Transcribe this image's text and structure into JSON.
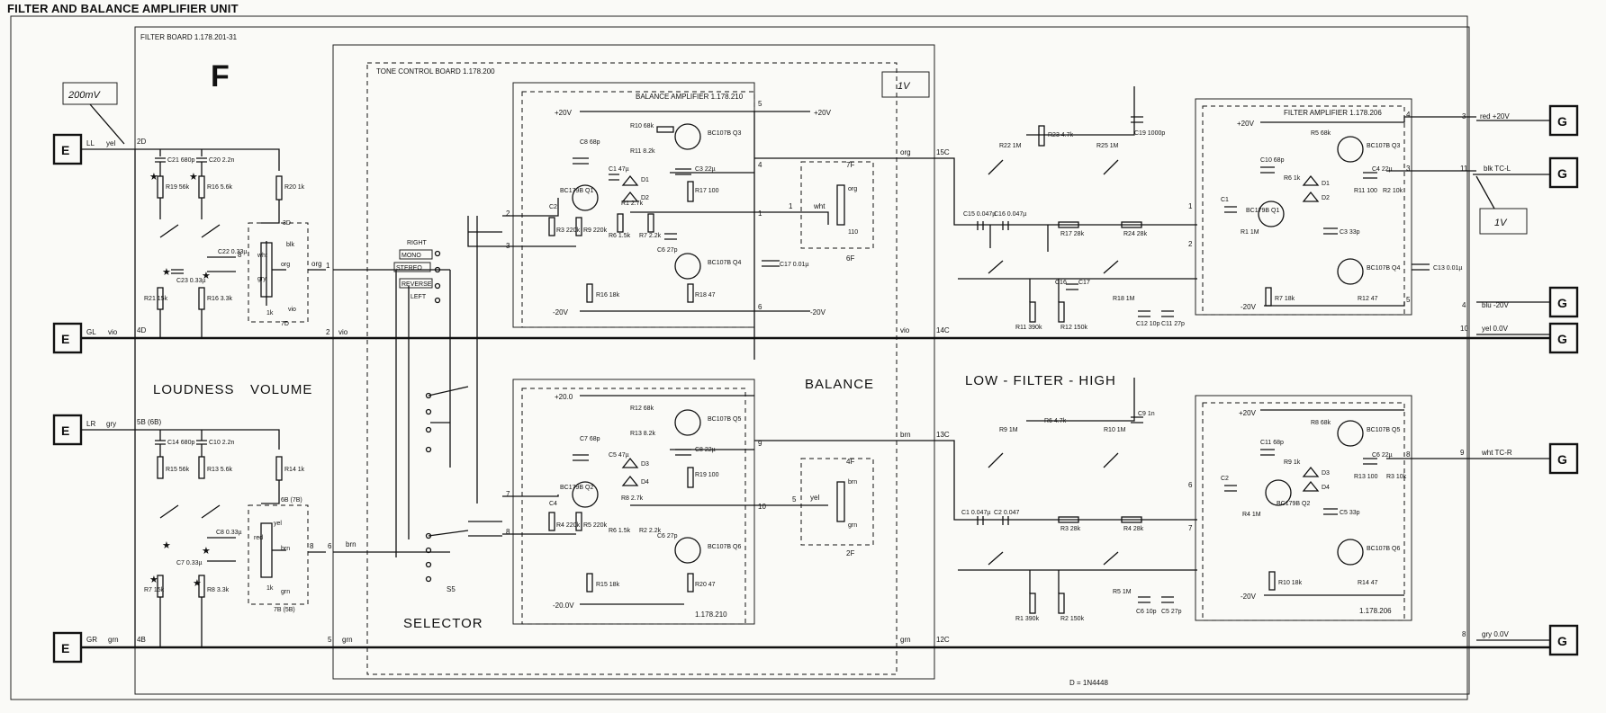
{
  "title": "FILTER AND BALANCE AMPLIFIER UNIT",
  "filter_board": "FILTER BOARD 1.178.201-31",
  "f_letter": "F",
  "tone_board": "TONE CONTROL BOARD 1.178.200",
  "bal_amp": "BALANCE AMPLIFIER 1.178.210",
  "bal_amp_num": "1.178.210",
  "filt_amp": "FILTER AMPLIFIER 1.178.206",
  "filt_amp_num": "1.178.206",
  "level_in": "200mV",
  "level_mid": "1V",
  "level_out": "1V",
  "section_loudness": "LOUDNESS",
  "section_volume": "VOLUME",
  "section_balance": "BALANCE",
  "section_filter": "LOW - FILTER - HIGH",
  "section_selector": "SELECTOR",
  "selector_opts": [
    "RIGHT",
    "MONO",
    "STEREO",
    "REVERSE",
    "LEFT"
  ],
  "s5": "S5",
  "diode_note": "D = 1N4448",
  "left_inputs": [
    {
      "box": "E",
      "label": "LL",
      "wire": "yel",
      "pin": "2D"
    },
    {
      "box": "E",
      "label": "GL",
      "wire": "vio",
      "pin": "4D"
    },
    {
      "box": "E",
      "label": "LR",
      "wire": "gry",
      "pin": "5B (6B)"
    },
    {
      "box": "E",
      "label": "GR",
      "wire": "grn",
      "pin": "4B"
    }
  ],
  "right_outputs": [
    {
      "box": "G",
      "label": "red +20V",
      "pin": "3"
    },
    {
      "box": "G",
      "label": "blk TC-L",
      "pin": "11"
    },
    {
      "box": "G",
      "label": "blu -20V",
      "pin": "4"
    },
    {
      "box": "G",
      "label": "yel 0.0V",
      "pin": "10"
    },
    {
      "box": "G",
      "label": "wht TC-R",
      "pin": "9"
    },
    {
      "box": "G",
      "label": "gry 0.0V",
      "pin": "8"
    }
  ],
  "wires": {
    "org": "org",
    "vio": "vio",
    "brn": "brn",
    "grn": "grn",
    "wht": "wht",
    "yel": "yel",
    "blk": "blk",
    "red": "red",
    "gry": "gry"
  },
  "rails": {
    "pos": "+20V",
    "neg": "-20V",
    "pos_b": "+20.0",
    "neg_b": "-20.0V",
    "pos_f": "+20V",
    "neg_f": "-20V"
  },
  "transistors": {
    "q1": "BC179B Q1",
    "q2": "BC179B Q2",
    "q3": "BC107B Q3",
    "q4": "BC107B Q4",
    "q5": "BC107B Q5",
    "q6": "BC107B Q6",
    "fq1": "BC179B Q1",
    "fq3": "BC107B Q3",
    "fq4": "BC107B Q4",
    "fq2": "BC179B Q2",
    "fq5": "BC107B Q5",
    "fq6": "BC107B Q6"
  },
  "pins": {
    "p3D": "3D",
    "p7D": "7D",
    "p6B": "6B (7B)",
    "p7B": "7B (5B)",
    "p7F": "7F",
    "p6F": "6F",
    "p4F": "4F",
    "p2F": "2F",
    "p15C": "15C",
    "p14C": "14C",
    "p13C": "13C",
    "p12C": "12C",
    "n1": "1",
    "n2": "2",
    "n3": "3",
    "n4": "4",
    "n5": "5",
    "n6": "6",
    "n7": "7",
    "n8": "8",
    "n9": "9",
    "n10": "10"
  },
  "parts_filter": {
    "c21": "C21 680p",
    "c20": "C20 2.2n",
    "r19": "R19 56k",
    "r16": "R16 5.6k",
    "r20": "R20 1k",
    "c22": "C22 0.33µ",
    "c23": "C23 0.33µ",
    "r21": "R21 15k",
    "r16b": "R16 3.3k",
    "c14": "C14 680p",
    "c10": "C10 2.2n",
    "r15": "R15 56k",
    "r13": "R13 5.6k",
    "r14": "R14 1k",
    "c7": "C7 0.33µ",
    "c8": "C8 0.33µ",
    "r7": "R7 15k",
    "r8": "R8 3.3k",
    "pot_l": "1k",
    "pot_r": "1k"
  },
  "parts_balance": {
    "c8": "C8 68p",
    "r10": "R10 68k",
    "r11": "R11 8.2k",
    "c3": "C3 22µ",
    "c1": "C1 47µ",
    "c2": "C2",
    "r3": "R3 220k",
    "r9": "R9 220k",
    "r1": "R1 2.7k",
    "r6": "R6 1.5k",
    "r7": "R7 2.2k",
    "r17": "R17 100",
    "c6": "C6 27p",
    "r16": "R16 18k",
    "r18": "R18 47",
    "c17": "C17 0.01µ",
    "d1": "D1",
    "d2": "D2",
    "d3": "D3",
    "d4": "D4",
    "c7": "C7 68p",
    "r12": "R12 68k",
    "r13": "R13 8.2k",
    "c8b": "C8 22µ",
    "c5": "C5 47µ",
    "c4": "C4",
    "r4": "R4 220k",
    "r5": "R5 220k",
    "r8": "R8 2.7k",
    "r6b": "R6 1.5k",
    "r2": "R2 2.2k",
    "r19": "R19 100",
    "c6b": "C6 27p",
    "r15": "R15 18k",
    "r20": "R20 47",
    "pot": "110"
  },
  "parts_tone": {
    "r23": "R23 4.7k",
    "r22": "R22 1M",
    "r25": "R25 1M",
    "c19": "C19 1000p",
    "c15": "C15 0.047µ",
    "c16": "C16 0.047µ",
    "r17": "R17 28k",
    "r24": "R24 28k",
    "c16b": "C16",
    "c17": "C17",
    "r11": "R11 390k",
    "r12": "R12 150k",
    "r18": "R18 1M",
    "c12": "C12 10p",
    "c11": "C11 27p",
    "r6": "R6 4.7k",
    "r9": "R9 1M",
    "r10": "R10 1M",
    "c9": "C9 1n",
    "c1": "C1 0.047µ",
    "c2": "C2 0.047",
    "r3": "R3 28k",
    "r4": "R4 28k",
    "r1": "R1 390k",
    "r2": "R2 150k",
    "r5": "R5 1M",
    "c6": "C6 10p",
    "c5": "C5 27p"
  },
  "parts_famp": {
    "c10": "C10 68p",
    "r5": "R5 68k",
    "r6": "R6 1k",
    "c4": "C4 22µ",
    "r11": "R11 100",
    "r2": "R2 10k",
    "c1": "C1",
    "r1": "R1 1M",
    "c3": "C3 33p",
    "r7": "R7 18k",
    "r12": "R12 47",
    "c13": "C13 0.01µ",
    "c11": "C11 68p",
    "r8": "R8 68k",
    "r9": "R9 1k",
    "c6": "C6 22µ",
    "r13": "R13 100",
    "r3": "R3 10k",
    "c2": "C2",
    "r4": "R4 1M",
    "c5": "C5 33p",
    "r10": "R10 18k",
    "r14": "R14 47",
    "d1": "D1",
    "d2": "D2",
    "d3": "D3",
    "d4": "D4"
  }
}
